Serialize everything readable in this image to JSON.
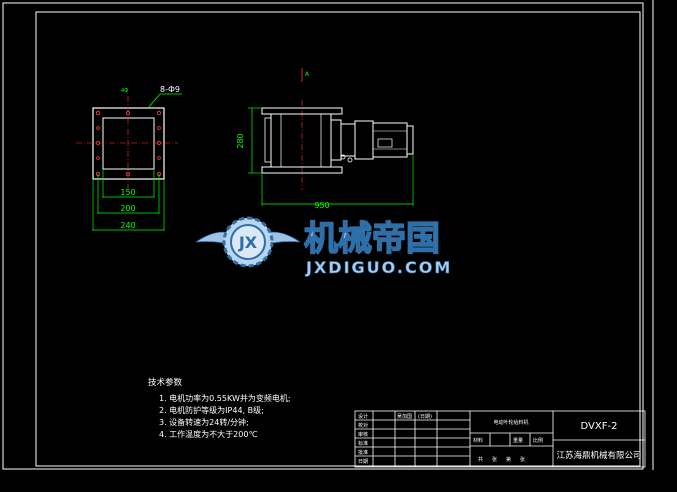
{
  "drawing": {
    "front_view": {
      "callout": "8-Ф9",
      "dim_inner": "150",
      "dim_middle": "200",
      "dim_outer": "240",
      "top_label": "4Ф"
    },
    "side_view": {
      "section_mark": "A",
      "dim_height": "280",
      "dim_length": "950"
    },
    "watermark": {
      "title": "机械帝国",
      "url": "JXDIGUO.COM",
      "emblem_letters": "JX"
    },
    "notes": {
      "heading": "技术参数",
      "items": [
        "1. 电机功率为0.55KW并为变频电机;",
        "2. 电机防护等级为IP44, B级;",
        "3. 设备转速为24转/分钟;",
        "4. 工作温度为不大于200℃"
      ]
    },
    "title_block": {
      "row_labels": [
        "设计",
        "校对",
        "审核",
        "标准",
        "批准",
        "日期"
      ],
      "designer": "吴加国",
      "designer_note": "(日期)",
      "drawing_name": "电动叶轮给料机",
      "material_label": "材料",
      "weight_label": "重量",
      "scale_label": "比例",
      "sheet_labels": [
        "共",
        "张",
        "第",
        "张"
      ],
      "drawing_number": "DVXF-2",
      "company": "江苏海鼎机械有限公司"
    }
  },
  "colors": {
    "background": "#000000",
    "frame": "#ffffff",
    "geometry": "#ffffff",
    "dimension": "#00ff00",
    "center_line": "#ff3333",
    "watermark_blue": "#2f6fa8",
    "watermark_light": "#9ec3e6"
  }
}
